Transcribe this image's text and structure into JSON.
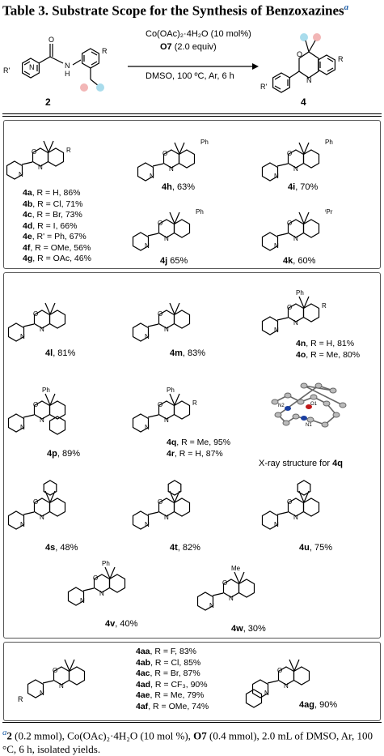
{
  "title": "Table 3. Substrate Scope for the Synthesis of Benzoxazines",
  "title_note": "a",
  "scheme": {
    "reagent_line1": "Co(OAc)₂·4H₂O (10 mol%)",
    "reagent_line2_bold": "O7",
    "reagent_line2_rest": " (2.0 equiv)",
    "conditions": "DMSO, 100 ºC, Ar, 6 h",
    "start_label": "2",
    "product_label": "4",
    "atoms": {
      "R_prime": "R'",
      "N": "N",
      "H": "H",
      "R": "R",
      "O": "O"
    }
  },
  "panel1": {
    "series_4a": [
      {
        "id": "4a",
        "text": ", R = H, 86%"
      },
      {
        "id": "4b",
        "text": ", R = Cl, 71%"
      },
      {
        "id": "4c",
        "text": ", R = Br, 73%"
      },
      {
        "id": "4d",
        "text": ", R = I, 66%"
      },
      {
        "id": "4e",
        "text": ", R' = Ph, 67%"
      },
      {
        "id": "4f",
        "text": ", R = OMe, 56%"
      },
      {
        "id": "4g",
        "text": ", R = OAc, 46%"
      }
    ],
    "items": [
      {
        "id": "4h",
        "text": ", 63%",
        "sub": "Ph"
      },
      {
        "id": "4i",
        "text": ", 70%",
        "sub": "Ph"
      },
      {
        "id": "4j",
        "text": " 65%",
        "sub": "Ph"
      },
      {
        "id": "4k",
        "text": ", 60%",
        "sub": "ⁱPr"
      }
    ]
  },
  "panel2": {
    "items": [
      {
        "id": "4l",
        "text": ", 81%"
      },
      {
        "id": "4m",
        "text": ", 83%"
      },
      {
        "id": "4p",
        "text": ", 89%"
      },
      {
        "id": "4s",
        "text": ", 48%"
      },
      {
        "id": "4t",
        "text": ", 82%"
      },
      {
        "id": "4u",
        "text": ", 75%"
      },
      {
        "id": "4v",
        "text": ", 40%"
      },
      {
        "id": "4w",
        "text": ", 30%"
      }
    ],
    "series_4n": [
      {
        "id": "4n",
        "text": ", R = H, 81%"
      },
      {
        "id": "4o",
        "text": ", R = Me, 80%"
      }
    ],
    "series_4q": [
      {
        "id": "4q",
        "text": ", R = Me, 95%"
      },
      {
        "id": "4r",
        "text": ", R = H, 87%"
      }
    ],
    "xray_caption_prefix": "X-ray structure for ",
    "xray_caption_bold": "4q",
    "xray_atoms": [
      "N2",
      "O1",
      "N1"
    ],
    "sub_ph": "Ph",
    "sub_me": "Me"
  },
  "panel3": {
    "series_4aa": [
      {
        "id": "4aa",
        "text": ", R = F, 83%"
      },
      {
        "id": "4ab",
        "text": ", R = Cl, 85%"
      },
      {
        "id": "4ac",
        "text": ", R = Br, 87%"
      },
      {
        "id": "4ad",
        "text": ", R = CF₃, 90%"
      },
      {
        "id": "4ae",
        "text": ", R = Me, 79%"
      },
      {
        "id": "4af",
        "text": ", R = OMe, 74%"
      }
    ],
    "item_4ag": {
      "id": "4ag",
      "text": ", 90%"
    }
  },
  "footnote": {
    "marker": "a",
    "part1": "2",
    "part2": " (0.2 mmol), Co(OAc)₂·4H₂O (10 mol %), ",
    "part3": "O7",
    "part4": " (0.4 mmol), 2.0 mL of DMSO, Ar, 100 °C, 6 h, isolated yields."
  }
}
